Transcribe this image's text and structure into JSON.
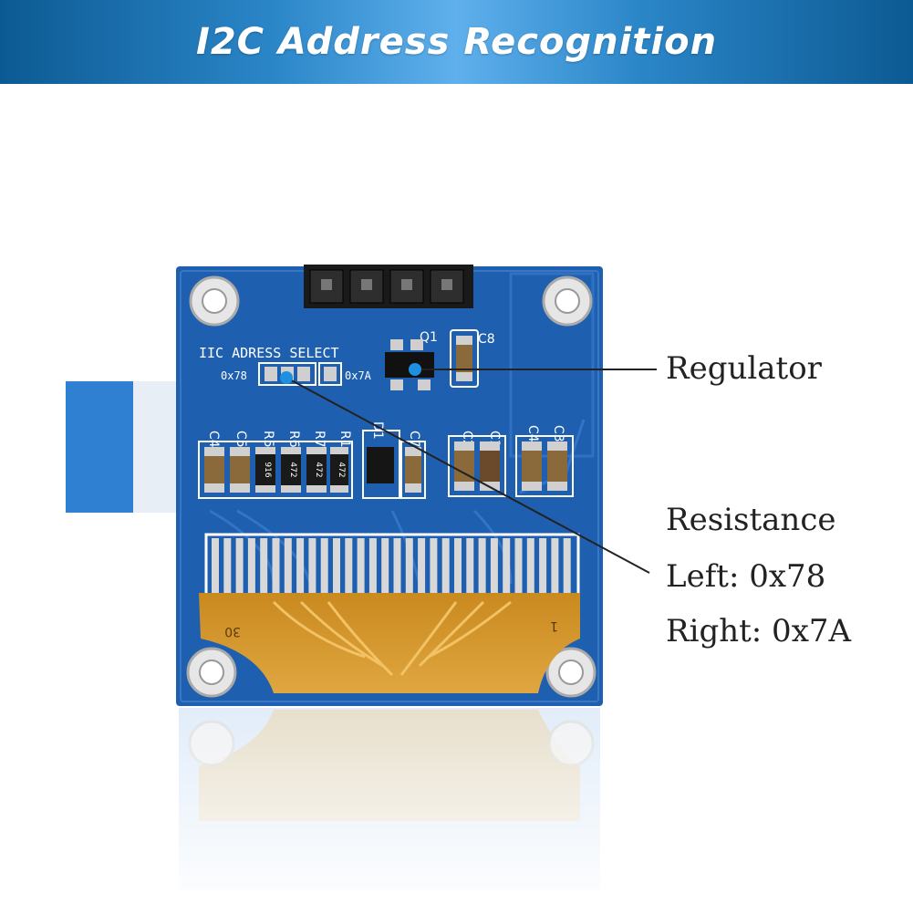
{
  "banner": {
    "title": "I2C Address Recognition",
    "colors": {
      "edge": "#0c5a93",
      "center": "#5fb0ec"
    }
  },
  "callouts": {
    "regulator": "Regulator",
    "resistance": "Resistance",
    "left_address": "Left: 0x78",
    "right_address": "Right: 0x7A"
  },
  "board": {
    "silkscreen_select": "IIC ADRESS SELECT",
    "address_left": "0x78",
    "address_right": "0x7A",
    "q1_label": "Q1",
    "c8_label": "C8",
    "component_labels": [
      "C4",
      "C5",
      "R5",
      "R6",
      "R7",
      "R1",
      "D1",
      "C7",
      "C2",
      "C1",
      "C4",
      "C3"
    ],
    "resistor_codes": [
      "916",
      "472",
      "472",
      "472"
    ],
    "pin_label_30": "30",
    "pin_label_1": "1",
    "colors": {
      "pcb": "#1f5fb0",
      "flex": "#d49a2e",
      "marker": "#1e90e0"
    }
  }
}
